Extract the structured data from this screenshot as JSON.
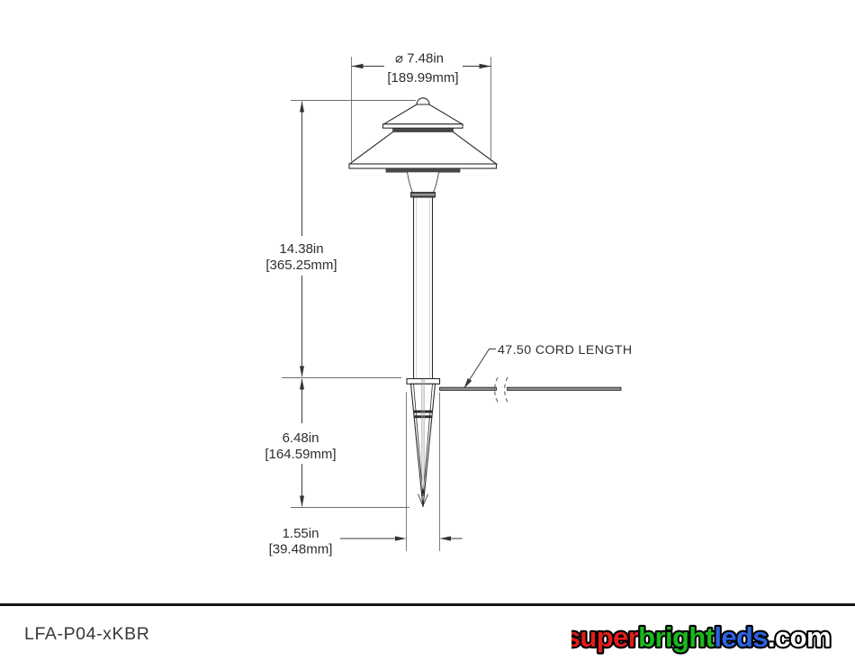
{
  "drawing": {
    "dimensions": {
      "diameter": {
        "value_in": "⌀ 7.48in",
        "value_mm": "[189.99mm]"
      },
      "height": {
        "value_in": "14.38in",
        "value_mm": "[365.25mm]"
      },
      "stake_depth": {
        "value_in": "6.48in",
        "value_mm": "[164.59mm]"
      },
      "stake_width": {
        "value_in": "1.55in",
        "value_mm": "[39.48mm]"
      },
      "cord": {
        "label": "47.50 CORD LENGTH"
      }
    }
  },
  "footer": {
    "part_number": "LFA-P04-xKBR",
    "logo": {
      "super": "super",
      "bright": "bright",
      "leds": "leds",
      "com": ".com",
      "colors": {
        "super": "#e01d1d",
        "bright": "#1cb81c",
        "leds": "#2b63e0",
        "com": "#ffffff",
        "outline": "#000000"
      }
    }
  },
  "colors": {
    "object_line": "#2b2b2b",
    "dimension_line": "#3a3a3a",
    "background": "#ffffff"
  }
}
